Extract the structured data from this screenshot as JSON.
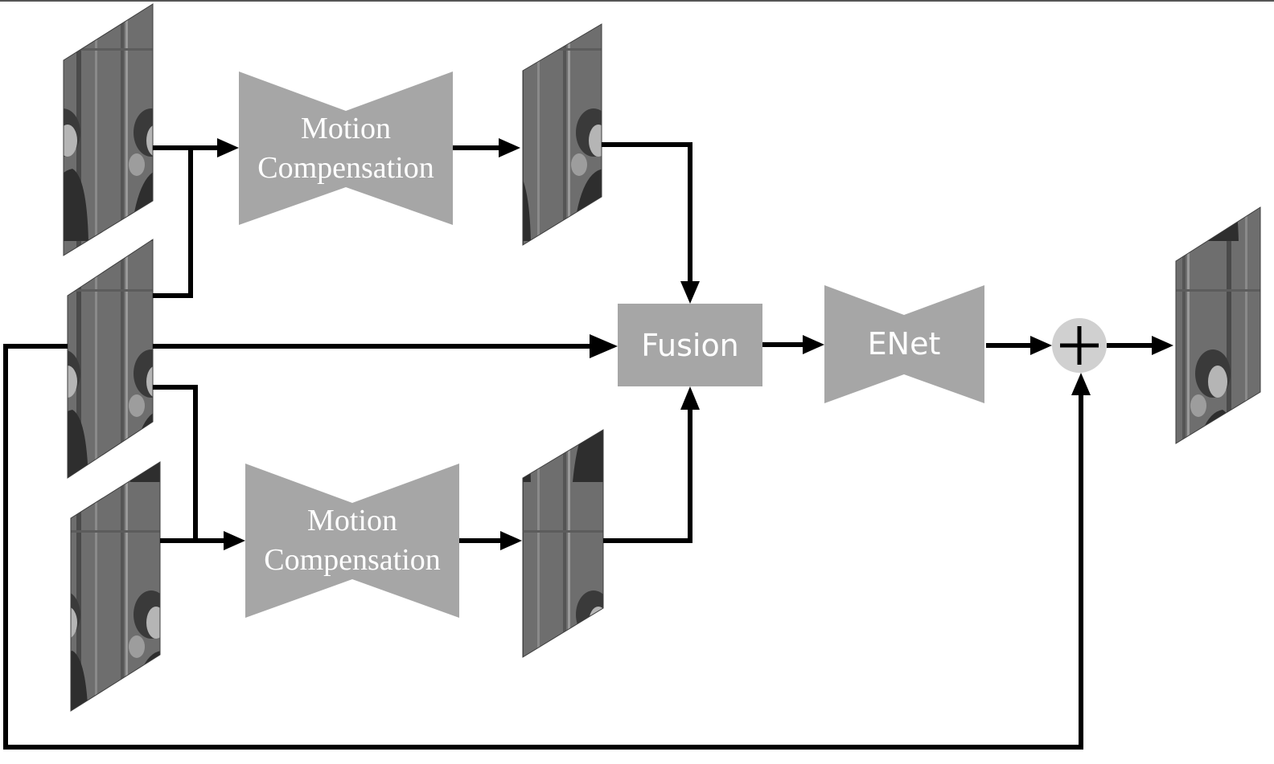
{
  "blocks": {
    "motion_compensation_top": {
      "line1": "Motion",
      "line2": "Compensation"
    },
    "motion_compensation_bottom": {
      "line1": "Motion",
      "line2": "Compensation"
    },
    "fusion": {
      "label": "Fusion"
    },
    "enet": {
      "label": "ENet"
    },
    "sum": {
      "symbol": "+"
    }
  },
  "colors": {
    "block_fill": "#a6a6a6",
    "connector": "#000000",
    "sum_node": "#d0d0d0",
    "frame_bg": "#6e6e6e",
    "background": "#ffffff"
  }
}
